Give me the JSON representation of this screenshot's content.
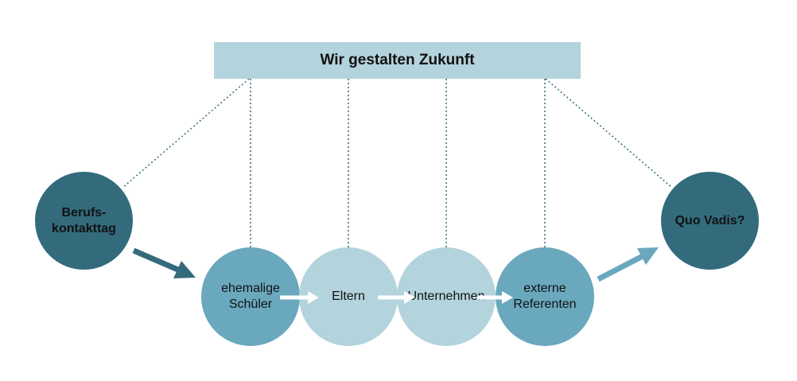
{
  "header": {
    "title": "Wir gestalten Zukunft"
  },
  "nodes": {
    "left": "Berufs-\nkontakttag",
    "right": "Quo Vadis?",
    "stations": [
      "ehemalige\nSchüler",
      "Eltern",
      "Unternehmen",
      "externe\nReferenten"
    ]
  },
  "colors": {
    "dark": "#336b7d",
    "medium": "#6aa8be",
    "light": "#b3d3dd",
    "arrow_dark": "#336b7d",
    "arrow_light": "#6aa8be"
  }
}
